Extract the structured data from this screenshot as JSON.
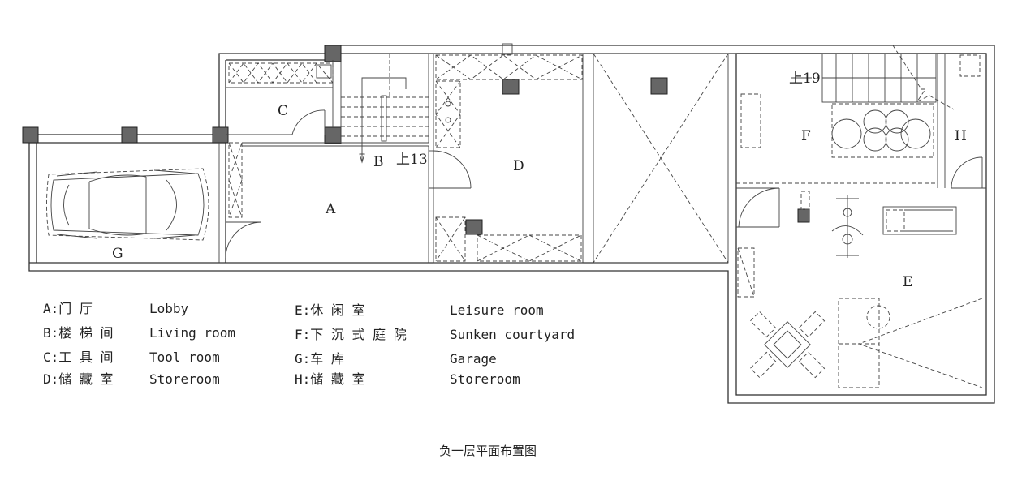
{
  "rooms": {
    "A": "A",
    "B": "B",
    "C": "C",
    "D": "D",
    "E": "E",
    "F": "F",
    "G": "G",
    "H": "H"
  },
  "levels": {
    "b": "上13",
    "f": "上19"
  },
  "legend": [
    {
      "code": "A:门 厅",
      "en": "Lobby"
    },
    {
      "code": "B:楼 梯 间",
      "en": "Living room"
    },
    {
      "code": "C:工 具 间",
      "en": "Tool room"
    },
    {
      "code": "D:储 藏 室",
      "en": "Storeroom"
    },
    {
      "code": "E:休 闲 室",
      "en": "Leisure room"
    },
    {
      "code": "F:下 沉 式 庭 院",
      "en": "Sunken courtyard"
    },
    {
      "code": "G:车 库",
      "en": "Garage"
    },
    {
      "code": "H:储 藏 室",
      "en": "Storeroom"
    }
  ],
  "title": "负一层平面布置图"
}
